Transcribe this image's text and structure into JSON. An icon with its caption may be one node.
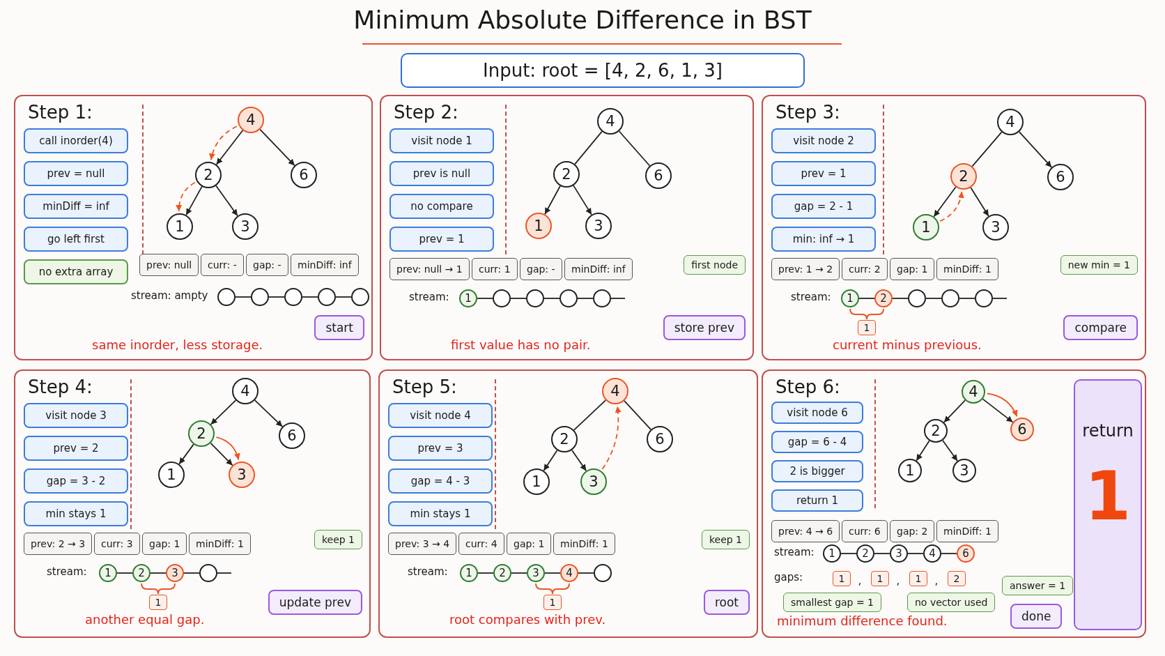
{
  "diagram": {
    "title": "Minimum Absolute Difference in BST",
    "nodes": [
      {
        "text": [
          "Input: root = [4, 2, 6, 1, 3]"
        ]
      },
      {
        "text": [
          "Step 1:",
          "stream: ampty",
          "same inorder, less storage."
        ]
      },
      {
        "text": [
          "call inorder(4)"
        ],
        "in": 1
      },
      {
        "text": [
          "prev = null"
        ],
        "in": 1
      },
      {
        "text": [
          "minDiff = inf"
        ],
        "in": 1
      },
      {
        "text": [
          "go left first"
        ],
        "in": 1
      },
      {
        "text": [
          "no extra array"
        ],
        "in": 1
      },
      {
        "text": [
          "4"
        ],
        "in": 1
      },
      {
        "text": [
          "2"
        ],
        "in": 1
      },
      {
        "text": [
          "6"
        ],
        "in": 1
      },
      {
        "text": [
          "1"
        ],
        "in": 1
      },
      {
        "text": [
          "3"
        ],
        "in": 1
      },
      {
        "text": [
          "prev: null"
        ],
        "in": 1
      },
      {
        "text": [
          "curr: -"
        ],
        "in": 1
      },
      {
        "text": [
          "gap: -"
        ],
        "in": 1
      },
      {
        "text": [
          "minDiff: inf"
        ],
        "in": 1
      },
      {
        "text": [],
        "shape": "circle",
        "in": 1
      },
      {
        "text": [],
        "shape": "circle",
        "in": 1
      },
      {
        "text": [],
        "shape": "circle",
        "in": 1
      },
      {
        "text": [],
        "shape": "circle",
        "in": 1
      },
      {
        "text": [],
        "shape": "circle",
        "in": 1
      },
      {
        "text": [
          "start"
        ],
        "in": 1
      },
      {
        "text": [
          "Step 2:",
          "stream:",
          "first value has no pair."
        ]
      },
      {
        "text": [
          "visit node 1"
        ],
        "in": 22
      },
      {
        "text": [
          "prev is null"
        ],
        "in": 22
      },
      {
        "text": [
          "no compare"
        ],
        "in": 22
      },
      {
        "text": [
          "prev = 1"
        ],
        "in": 22
      },
      {
        "text": [
          "4"
        ],
        "in": 22
      },
      {
        "text": [
          "2"
        ],
        "in": 22
      },
      {
        "text": [
          "6"
        ],
        "in": 22
      },
      {
        "text": [
          "1"
        ],
        "in": 22
      },
      {
        "text": [
          "3"
        ],
        "in": 22
      },
      {
        "text": [
          "prev: null → 1"
        ],
        "in": 22
      },
      {
        "text": [
          "curr: 1"
        ],
        "in": 22
      },
      {
        "text": [
          "gap: -"
        ],
        "in": 22
      },
      {
        "text": [
          "minDiff: inf"
        ],
        "in": 22
      },
      {
        "text": [
          "first node"
        ],
        "in": 22
      },
      {
        "text": [
          "1"
        ],
        "in": 22
      },
      {
        "text": [],
        "shape": "circle",
        "in": 22
      },
      {
        "text": [],
        "shape": "circle",
        "in": 22
      },
      {
        "text": [],
        "shape": "circle",
        "in": 22
      },
      {
        "text": [],
        "shape": "circle",
        "in": 22
      },
      {
        "text": [
          "store prev"
        ],
        "in": 22
      },
      {
        "text": [
          "Step 3:",
          "stream:",
          "current minus previous."
        ]
      },
      {
        "text": [
          "visit node 2"
        ],
        "in": 43
      },
      {
        "text": [
          "prev = 1"
        ],
        "in": 43
      },
      {
        "text": [
          "gap = 2 - 1"
        ],
        "in": 43
      },
      {
        "text": [
          "min: inf → 1"
        ],
        "in": 43
      },
      {
        "text": [
          "4"
        ],
        "in": 43
      },
      {
        "text": [
          "2"
        ],
        "in": 43
      },
      {
        "text": [
          "6"
        ],
        "in": 43
      },
      {
        "text": [
          "1"
        ],
        "in": 43
      },
      {
        "text": [
          "3"
        ],
        "in": 43
      },
      {
        "text": [
          "prev: 1 → 2"
        ],
        "in": 43
      },
      {
        "text": [
          "curr: 2"
        ],
        "in": 43
      },
      {
        "text": [
          "gap: 1"
        ],
        "in": 43
      },
      {
        "text": [
          "minDiff: 1"
        ],
        "in": 43
      },
      {
        "text": [
          "new min = 1"
        ],
        "in": 43
      },
      {
        "text": [
          "1"
        ],
        "in": 43
      },
      {
        "text": [
          "2"
        ],
        "in": 43
      },
      {
        "text": [],
        "shape": "circle",
        "in": 43
      },
      {
        "text": [],
        "shape": "circle",
        "in": 43
      },
      {
        "text": [],
        "shape": "circle",
        "in": 43
      },
      {
        "text": [
          "1"
        ],
        "in": 43
      },
      {
        "text": [
          "compare"
        ],
        "in": 43
      },
      {
        "text": [
          "Step 4:",
          "stream:",
          "another equal gap."
        ]
      },
      {
        "text": [
          "visit node 3"
        ],
        "in": 65
      },
      {
        "text": [
          "prev = 2"
        ],
        "in": 65
      },
      {
        "text": [
          "gap = 3 - 2"
        ],
        "in": 65
      },
      {
        "text": [
          "min stays 1"
        ],
        "in": 65
      },
      {
        "text": [
          "4"
        ],
        "in": 65
      },
      {
        "text": [
          "2"
        ],
        "in": 65
      },
      {
        "text": [
          "6"
        ],
        "in": 65
      },
      {
        "text": [
          "1"
        ],
        "in": 65
      },
      {
        "text": [
          "3"
        ],
        "in": 65
      },
      {
        "text": [
          "prev: 2 → 3"
        ],
        "in": 65
      },
      {
        "text": [
          "curr: 3"
        ],
        "in": 65
      },
      {
        "text": [
          "gap: 1"
        ],
        "in": 65
      },
      {
        "text": [
          "minDiff: 1"
        ],
        "in": 65
      },
      {
        "text": [
          "keep 1"
        ],
        "in": 65
      },
      {
        "text": [
          "1"
        ],
        "in": 65
      },
      {
        "text": [
          "2"
        ],
        "in": 65
      },
      {
        "text": [
          "3"
        ],
        "in": 65
      },
      {
        "text": [],
        "shape": "circle",
        "in": 65
      },
      {
        "text": [
          "1"
        ],
        "in": 65
      },
      {
        "text": [
          "update prev"
        ],
        "in": 65
      },
      {
        "text": [
          "Step 5:",
          "stream:",
          "root compares with prev."
        ]
      },
      {
        "text": [
          "visit node 4"
        ],
        "in": 86
      },
      {
        "text": [
          "prev = 3"
        ],
        "in": 86
      },
      {
        "text": [
          "gap = 4 - 3"
        ],
        "in": 86
      },
      {
        "text": [
          "min stays 1"
        ],
        "in": 86
      },
      {
        "text": [
          "4"
        ],
        "in": 86
      },
      {
        "text": [
          "2"
        ],
        "in": 86
      },
      {
        "text": [
          "6"
        ],
        "in": 86
      },
      {
        "text": [
          "1"
        ],
        "in": 86
      },
      {
        "text": [
          "3"
        ],
        "in": 86
      },
      {
        "text": [
          "prev: 3 → 4"
        ],
        "in": 86
      },
      {
        "text": [
          "curr: 4"
        ],
        "in": 86
      },
      {
        "text": [
          "gap: 1"
        ],
        "in": 86
      },
      {
        "text": [
          "minDiff: 1"
        ],
        "in": 86
      },
      {
        "text": [
          "keep 1"
        ],
        "in": 86
      },
      {
        "text": [
          "1"
        ],
        "in": 86
      },
      {
        "text": [
          "2"
        ],
        "in": 86
      },
      {
        "text": [
          "3"
        ],
        "in": 86
      },
      {
        "text": [
          "4"
        ],
        "in": 86
      },
      {
        "text": [],
        "shape": "circle",
        "in": 86
      },
      {
        "text": [
          "1"
        ],
        "in": 86
      },
      {
        "text": [
          "root"
        ],
        "in": 86
      },
      {
        "text": [
          "Step 6:",
          "stream:",
          "gaps:",
          "minimum difference found."
        ]
      },
      {
        "text": [
          "visit node 6"
        ],
        "in": 108
      },
      {
        "text": [
          "gap = 6 - 4"
        ],
        "in": 108
      },
      {
        "text": [
          "2 is bigger"
        ],
        "in": 108
      },
      {
        "text": [
          "return 1"
        ],
        "in": 108
      },
      {
        "text": [
          "4"
        ],
        "in": 108
      },
      {
        "text": [
          "2"
        ],
        "in": 108
      },
      {
        "text": [
          "6"
        ],
        "in": 108
      },
      {
        "text": [
          "1"
        ],
        "in": 108
      },
      {
        "text": [
          "3"
        ],
        "in": 108
      },
      {
        "text": [
          "prev: 4 → 6"
        ],
        "in": 108
      },
      {
        "text": [
          "curr: 6"
        ],
        "in": 108
      },
      {
        "text": [
          "gap: 2"
        ],
        "in": 108
      },
      {
        "text": [
          "minDiff: 1"
        ],
        "in": 108
      },
      {
        "text": [
          "1"
        ],
        "in": 108
      },
      {
        "text": [
          "2"
        ],
        "in": 108
      },
      {
        "text": [
          "3"
        ],
        "in": 108
      },
      {
        "text": [
          "4"
        ],
        "in": 108
      },
      {
        "text": [
          "6"
        ],
        "in": 108
      },
      {
        "text": [
          "1"
        ],
        "in": 108
      },
      {
        "text": [
          "1"
        ],
        "in": 108
      },
      {
        "text": [
          "1"
        ],
        "in": 108
      },
      {
        "text": [
          "2"
        ],
        "in": 108
      },
      {
        "text": [
          "smallest gap = 1"
        ],
        "in": 108
      },
      {
        "text": [
          "no vector used"
        ],
        "in": 108
      },
      {
        "text": [
          "answer = 1"
        ],
        "in": 108
      },
      {
        "text": [
          "done"
        ],
        "in": 108
      },
      {
        "text": [
          "return",
          "1"
        ],
        "in": 108
      }
    ],
    "edges": [
      {
        "from": 7,
        "to": 8,
        "arrow": "to"
      },
      {
        "from": 7,
        "to": 9,
        "arrow": "to"
      },
      {
        "from": 8,
        "to": 10,
        "arrow": "to"
      },
      {
        "from": 8,
        "to": 11,
        "arrow": "to"
      },
      {
        "from": 7,
        "to": 8,
        "arrow": "to",
        "style": "dashed",
        "color": "#f0531e"
      },
      {
        "from": 8,
        "to": 10,
        "arrow": "to",
        "style": "dashed",
        "color": "#f0531e"
      },
      {
        "from": 16,
        "to": 17,
        "arrow": "none"
      },
      {
        "from": 17,
        "to": 18,
        "arrow": "none"
      },
      {
        "from": 18,
        "to": 19,
        "arrow": "none"
      },
      {
        "from": 19,
        "to": 20,
        "arrow": "none"
      },
      {
        "from": 27,
        "to": 28,
        "arrow": "none"
      },
      {
        "from": 27,
        "to": 29,
        "arrow": "none"
      },
      {
        "from": 28,
        "to": 30,
        "arrow": "to"
      },
      {
        "from": 28,
        "to": 31,
        "arrow": "to"
      },
      {
        "from": 37,
        "to": 38,
        "arrow": "none"
      },
      {
        "from": 38,
        "to": 39,
        "arrow": "none"
      },
      {
        "from": 39,
        "to": 40,
        "arrow": "none"
      },
      {
        "from": 40,
        "to": 41,
        "arrow": "none"
      },
      {
        "from": 41,
        "to": null,
        "arrow": "none"
      },
      {
        "from": 48,
        "to": 49,
        "arrow": "none"
      },
      {
        "from": 48,
        "to": 50,
        "arrow": "to"
      },
      {
        "from": 49,
        "to": 51,
        "arrow": "to"
      },
      {
        "from": 49,
        "to": 52,
        "arrow": "to"
      },
      {
        "from": 51,
        "to": 49,
        "arrow": "to",
        "style": "dashed",
        "color": "#f0531e"
      },
      {
        "from": 58,
        "to": 59,
        "arrow": "none"
      },
      {
        "from": 59,
        "to": 60,
        "arrow": "none"
      },
      {
        "from": 60,
        "to": 61,
        "arrow": "none"
      },
      {
        "from": 61,
        "to": 62,
        "arrow": "none"
      },
      {
        "from": 62,
        "to": null,
        "arrow": "none"
      },
      {
        "from": 70,
        "to": 71,
        "arrow": "to"
      },
      {
        "from": 70,
        "to": 72,
        "arrow": "to"
      },
      {
        "from": 71,
        "to": 73,
        "arrow": "to"
      },
      {
        "from": 71,
        "to": 74,
        "arrow": "to"
      },
      {
        "from": 71,
        "to": 74,
        "arrow": "to",
        "color": "#f0531e"
      },
      {
        "from": 80,
        "to": 81,
        "arrow": "none"
      },
      {
        "from": 81,
        "to": 82,
        "arrow": "none"
      },
      {
        "from": 82,
        "to": 83,
        "arrow": "none"
      },
      {
        "from": 83,
        "to": null,
        "arrow": "none"
      },
      {
        "from": 91,
        "to": 92,
        "arrow": "none"
      },
      {
        "from": 91,
        "to": 93,
        "arrow": "none"
      },
      {
        "from": 92,
        "to": 94,
        "arrow": "to"
      },
      {
        "from": 92,
        "to": 95,
        "arrow": "to"
      },
      {
        "from": 95,
        "to": 91,
        "arrow": "to",
        "style": "dashed",
        "color": "#f0531e"
      },
      {
        "from": 101,
        "to": 102,
        "arrow": "none"
      },
      {
        "from": 102,
        "to": 103,
        "arrow": "none"
      },
      {
        "from": 103,
        "to": 104,
        "arrow": "none"
      },
      {
        "from": 104,
        "to": 105,
        "arrow": "none"
      },
      {
        "from": 113,
        "to": 114,
        "arrow": "to"
      },
      {
        "from": 113,
        "to": 115,
        "arrow": "to"
      },
      {
        "from": 114,
        "to": 116,
        "arrow": "to"
      },
      {
        "from": 114,
        "to": 117,
        "arrow": "to"
      },
      {
        "from": 113,
        "to": 115,
        "arrow": "to",
        "color": "#f0531e"
      },
      {
        "from": 122,
        "to": 123,
        "arrow": "none"
      },
      {
        "from": 123,
        "to": 124,
        "arrow": "none"
      },
      {
        "from": 124,
        "to": 125,
        "arrow": "none"
      },
      {
        "from": 125,
        "to": 126,
        "arrow": "none"
      }
    ],
    "labels": [
      ",",
      ",",
      ","
    ]
  }
}
